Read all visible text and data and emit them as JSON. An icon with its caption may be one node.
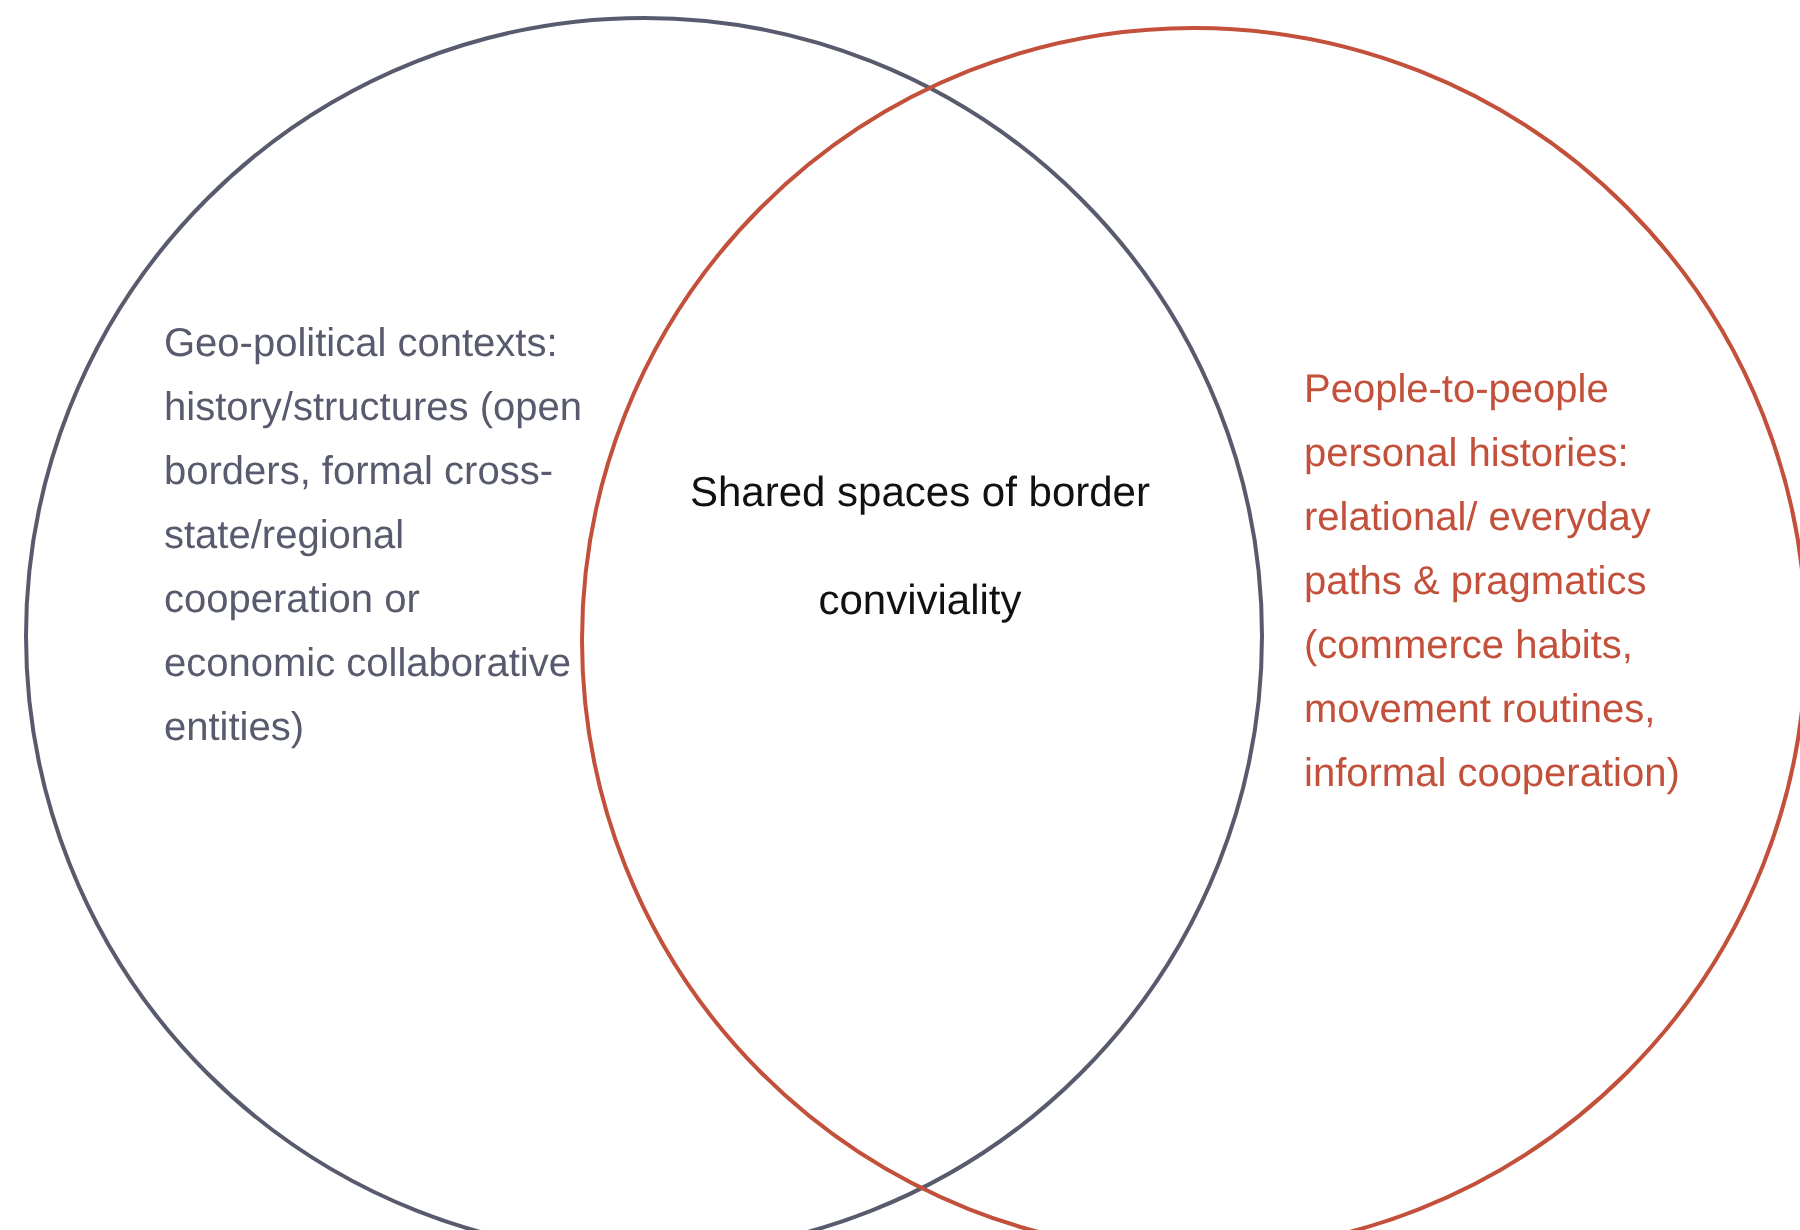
{
  "diagram": {
    "nodes": [
      {
        "text": [
          "Geo-political contexts: history/structures (open borders, formal cross-state/regional cooperation or economic collaborative entities)"
        ]
      },
      {
        "text": [
          "People-to-people personal histories: relational/ everyday paths & pragmatics (commerce habits, movement routines, informal cooperation)"
        ]
      },
      {
        "text": [
          "Shared spaces of border conviviality"
        ]
      }
    ]
  }
}
